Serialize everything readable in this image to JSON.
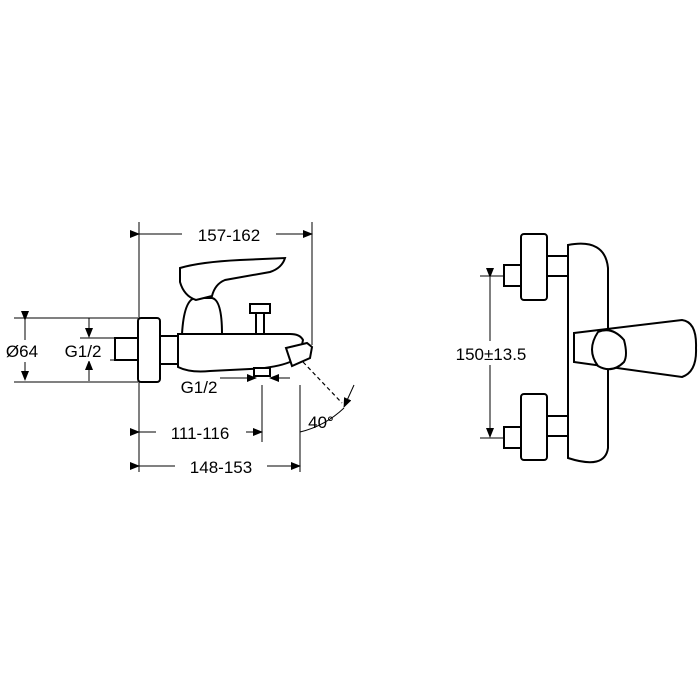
{
  "dimensions": {
    "top_width": "157-162",
    "diameter": "Ø64",
    "inlet_thread": "G1/2",
    "outlet_thread": "G1/2",
    "spout_offset": "111-116",
    "bottom_width": "148-153",
    "spout_angle": "40°",
    "center_distance": "150±13.5"
  }
}
